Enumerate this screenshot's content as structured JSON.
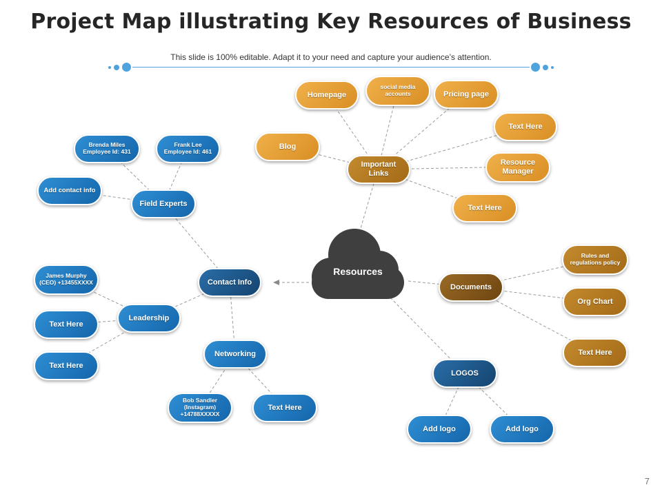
{
  "title": "Project Map illustrating Key Resources of Business",
  "subtitle": "This slide is 100% editable. Adapt it to your need and capture your audience’s attention.",
  "page_number": "7",
  "center": {
    "label": "Resources"
  },
  "nodes": {
    "homepage": "Homepage",
    "social_media": "social media accounts",
    "pricing_page": "Pricing page",
    "text_here_1": "Text Here",
    "blog": "Blog",
    "important_links": "Important Links",
    "resource_manager": "Resource Manager",
    "text_here_2": "Text Here",
    "brenda": "Brenda Miles Employee Id: 431",
    "frank": "Frank Lee Employee Id: 461",
    "add_contact": "Add contact info",
    "field_experts": "Field Experts",
    "contact_info": "Contact Info",
    "james": "James Murphy (CEO) +13455XXXX",
    "leadership": "Leadership",
    "text_here_3": "Text Here",
    "text_here_4": "Text Here",
    "networking": "Networking",
    "bob": "Bob Sandler (Instagram) +14788XXXXX",
    "text_here_5": "Text Here",
    "documents": "Documents",
    "rules": "Rules and regulations policy",
    "org_chart": "Org Chart",
    "text_here_6": "Text Here",
    "logos": "LOGOS",
    "add_logo_1": "Add logo",
    "add_logo_2": "Add logo"
  },
  "colors": {
    "blue": "#1f7bc4",
    "navy": "#1a5587",
    "orange": "#e6a03a",
    "brown": "#b57b22",
    "dark_brown": "#7d5215",
    "cloud": "#3f3f3f",
    "accent_line": "#4fa3dc"
  }
}
